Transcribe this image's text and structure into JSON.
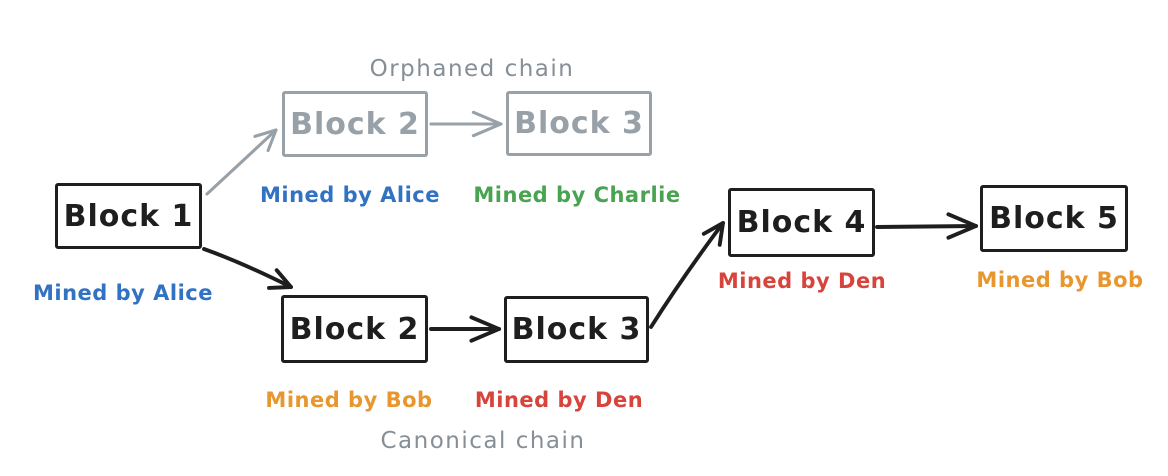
{
  "diagram": {
    "orphaned_chain_label": "Orphaned chain",
    "canonical_chain_label": "Canonical chain",
    "blocks": {
      "block1": {
        "label": "Block 1",
        "miner": "Mined by Alice"
      },
      "orphan_block2": {
        "label": "Block 2",
        "miner": "Mined by Alice"
      },
      "orphan_block3": {
        "label": "Block 3",
        "miner": "Mined by Charlie"
      },
      "canon_block2": {
        "label": "Block 2",
        "miner": "Mined by Bob"
      },
      "canon_block3": {
        "label": "Block 3",
        "miner": "Mined by Den"
      },
      "block4": {
        "label": "Block 4",
        "miner": "Mined by Den"
      },
      "block5": {
        "label": "Block 5",
        "miner": "Mined by Bob"
      }
    },
    "colors": {
      "black": "#1e1e1e",
      "gray": "#98a0a8",
      "gray_label": "#868e96",
      "blue": "#3272c2",
      "green": "#4aa351",
      "orange": "#e8962e",
      "red": "#d6443c"
    }
  }
}
